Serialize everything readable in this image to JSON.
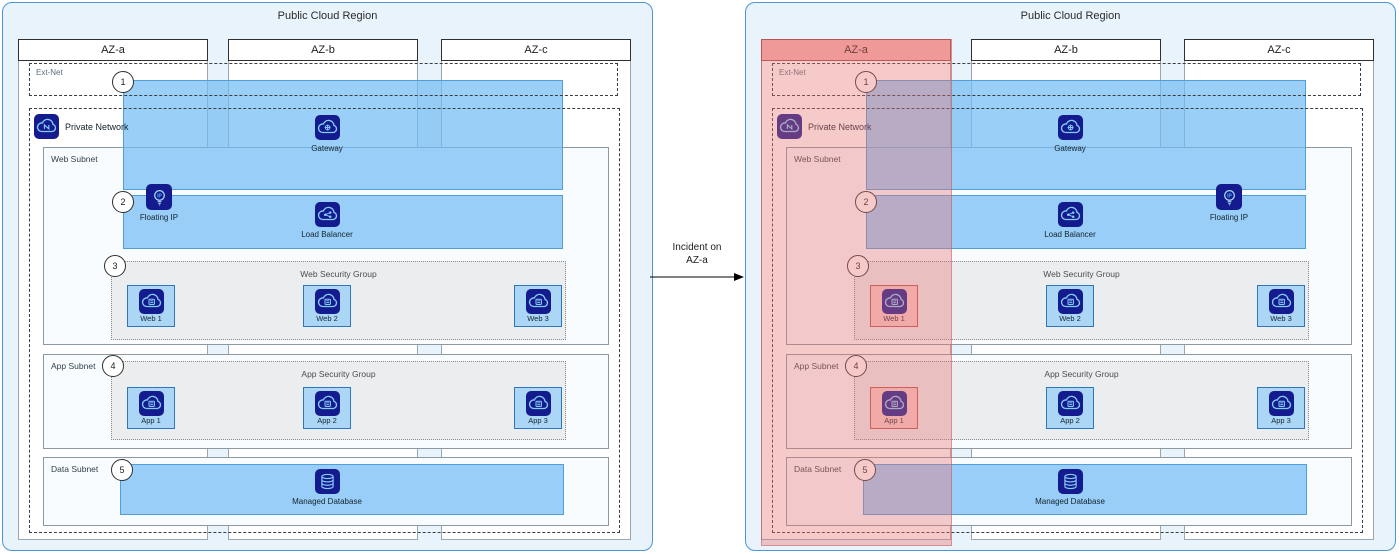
{
  "diagram": {
    "region_title": "Public Cloud Region",
    "azs": [
      "AZ-a",
      "AZ-b",
      "AZ-c"
    ],
    "ext_net": "Ext-Net",
    "private_network": "Private Network",
    "web_subnet": "Web Subnet",
    "app_subnet": "App Subnet",
    "data_subnet": "Data Subnet",
    "web_sg": "Web Security Group",
    "app_sg": "App Security Group",
    "gateway": "Gateway",
    "floating_ip": "Floating IP",
    "load_balancer": "Load Balancer",
    "database": "Managed Database",
    "web_nodes": [
      "Web 1",
      "Web 2",
      "Web 3"
    ],
    "app_nodes": [
      "App 1",
      "App 2",
      "App 3"
    ],
    "markers": [
      "1",
      "2",
      "3",
      "4",
      "5"
    ]
  },
  "transition": {
    "line1": "Incident on",
    "line2": "AZ-a"
  },
  "incident": {
    "affected_az": "AZ-a",
    "highlight_color": "#f2b5b3"
  },
  "icons": {
    "private-network-icon": "cloud-network",
    "gateway-icon": "cloud-gateway",
    "floating-ip-icon": "ip-balloon",
    "load-balancer-icon": "cloud-branch",
    "server-icon": "cloud-server",
    "database-icon": "db-cylinder"
  },
  "colors": {
    "region_fill": "#e9f3fc",
    "region_border": "#4a96d8",
    "band_fill": "#abd6f5",
    "node_fill": "#abd6f5",
    "node_border": "#2e77bd",
    "icon_navy": "#141b8e",
    "security_group_fill": "#ebedee",
    "incident_fill": "#f6cbc9",
    "incident_border": "#b85450",
    "incident_overlay": "rgba(233,116,116,0.38)"
  }
}
